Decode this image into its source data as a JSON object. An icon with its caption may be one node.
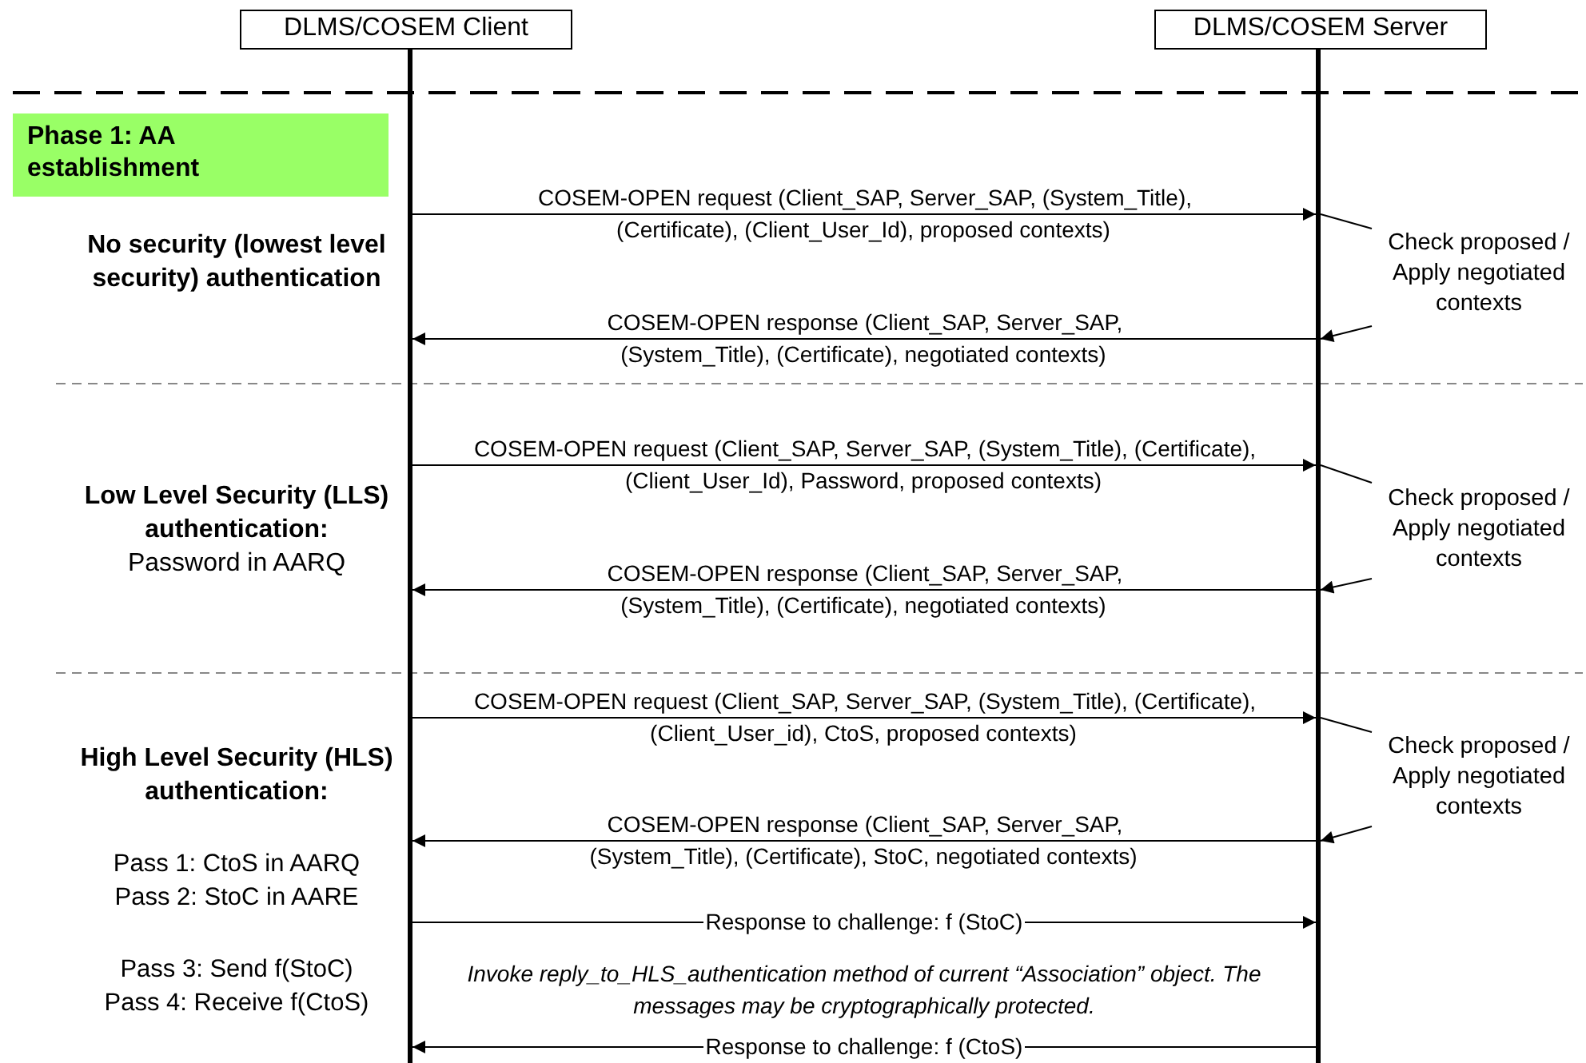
{
  "diagram": {
    "nodes": [
      {
        "text": [
          "DLMS/COSEM Client"
        ]
      },
      {
        "text": [
          "DLMS/COSEM Server"
        ]
      },
      {
        "text": [],
        "shape": "bar"
      },
      {
        "text": [],
        "shape": "bar"
      },
      {
        "text": [
          "Phase 1: AA establishment"
        ]
      },
      {
        "text": [
          "Check proposed / Apply negotiated contexts"
        ]
      },
      {
        "text": [
          "Check proposed / Apply negotiated contexts"
        ]
      },
      {
        "text": [
          "Check proposed / Apply negotiated contexts"
        ]
      }
    ],
    "edges": [
      {
        "from": 2,
        "to": 3,
        "arrow": "to",
        "label": "COSEM-OPEN request (Client_SAP, Server_SAP, (System_Title), (Certificate), (Client_User_Id), proposed contexts)"
      },
      {
        "from": 3,
        "to": 2,
        "arrow": "to",
        "label": "COSEM-OPEN response (Client_SAP, Server_SAP, (System_Title), (Certificate), negotiated contexts)"
      },
      {
        "from": 2,
        "to": 3,
        "arrow": "to",
        "label": "COSEM-OPEN request (Client_SAP, Server_SAP, (System_Title), (Certificate), (Client_User_Id), Password, proposed contexts)"
      },
      {
        "from": 3,
        "to": 2,
        "arrow": "to",
        "label": "COSEM-OPEN response (Client_SAP, Server_SAP, (System_Title), (Certificate), negotiated contexts)"
      },
      {
        "from": 2,
        "to": 3,
        "arrow": "to",
        "label": "COSEM-OPEN request (Client_SAP, Server_SAP, (System_Title), (Certificate), (Client_User_id), CtoS, proposed contexts)"
      },
      {
        "from": 3,
        "to": 2,
        "arrow": "to",
        "label": "COSEM-OPEN response (Client_SAP, Server_SAP, (System_Title), (Certificate), StoC, negotiated contexts)"
      },
      {
        "from": 2,
        "to": 3,
        "arrow": "to",
        "label": "Response to challenge: f (StoC)"
      },
      {
        "from": 3,
        "to": 2,
        "arrow": "to",
        "label": "Response to challenge: f (CtoS)"
      },
      {
        "from": 3,
        "to": 5,
        "arrow": "none"
      },
      {
        "from": 5,
        "to": 3,
        "arrow": "to"
      },
      {
        "from": 3,
        "to": 6,
        "arrow": "none"
      },
      {
        "from": 6,
        "to": 3,
        "arrow": "to"
      },
      {
        "from": 3,
        "to": 7,
        "arrow": "none"
      },
      {
        "from": 7,
        "to": 3,
        "arrow": "to"
      }
    ],
    "labels": [
      "No security (lowest level security) authentication",
      "Low Level Security (LLS) authentication:",
      "Password in AARQ",
      "High Level Security (HLS) authentication:",
      "Pass 1: CtoS in AARQ",
      "Pass 2: StoC in AARE",
      "Pass 3: Send f(StoC)",
      "Pass 4: Receive f(CtoS)",
      "Invoke reply_to_HLS_authentication method of current “Association” object. The messages may be cryptographically protected."
    ]
  }
}
